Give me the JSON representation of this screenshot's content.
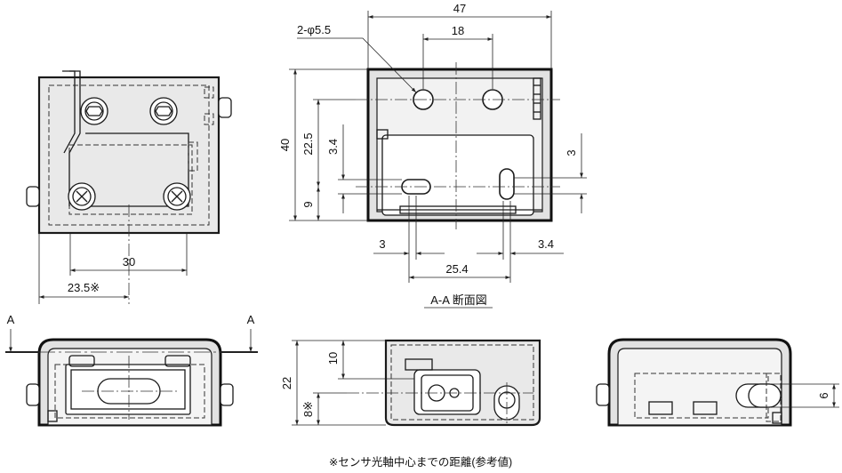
{
  "dimensions": {
    "top_width": "47",
    "hole_spec": "2-φ5.5",
    "hole_pitch": "18",
    "height_total": "40",
    "height_holes": "22.5",
    "slot_height_small": "3.4",
    "slot_height_bottom": "9",
    "right_slot_offset": "3",
    "slot_width_left": "3",
    "slot_width_right": "3.4",
    "slot_pitch": "25.4",
    "front_mount_pitch": "30",
    "sensor_axis_offset": "23.5※",
    "side_height_total": "22",
    "side_top_offset": "10",
    "side_axis_height": "8※",
    "rear_window_height": "6"
  },
  "labels": {
    "section_marker_left": "A",
    "section_marker_right": "A",
    "section_title": "A-A 断面図",
    "footnote": "※センサ光軸中心までの距離(参考値)"
  }
}
